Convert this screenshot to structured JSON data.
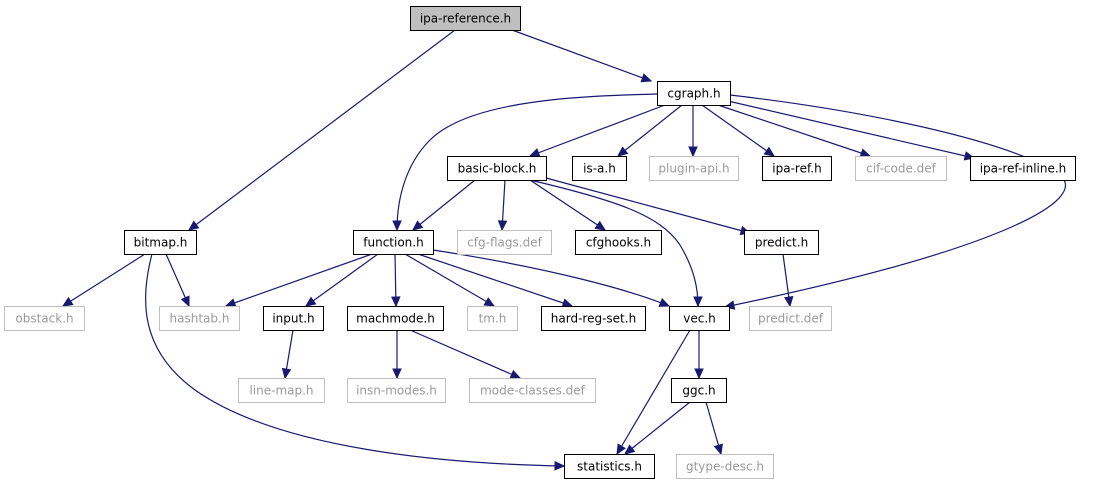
{
  "colors": {
    "edge": "#191970",
    "root_fill": "#bfbfbf",
    "node_border": "#000000",
    "external_border": "#bfbfbf",
    "text": "#000000",
    "external_text": "#9a9a9a"
  },
  "nodes": {
    "ipa-reference": {
      "label": "ipa-reference.h",
      "kind": "root"
    },
    "cgraph": {
      "label": "cgraph.h",
      "kind": "local"
    },
    "bitmap": {
      "label": "bitmap.h",
      "kind": "local"
    },
    "basic-block": {
      "label": "basic-block.h",
      "kind": "local"
    },
    "is-a": {
      "label": "is-a.h",
      "kind": "local"
    },
    "plugin-api": {
      "label": "plugin-api.h",
      "kind": "external"
    },
    "ipa-ref": {
      "label": "ipa-ref.h",
      "kind": "local"
    },
    "cif-code": {
      "label": "cif-code.def",
      "kind": "external"
    },
    "ipa-ref-inline": {
      "label": "ipa-ref-inline.h",
      "kind": "local"
    },
    "function": {
      "label": "function.h",
      "kind": "local"
    },
    "cfg-flags": {
      "label": "cfg-flags.def",
      "kind": "external"
    },
    "cfghooks": {
      "label": "cfghooks.h",
      "kind": "local"
    },
    "predict": {
      "label": "predict.h",
      "kind": "local"
    },
    "obstack": {
      "label": "obstack.h",
      "kind": "external"
    },
    "hashtab": {
      "label": "hashtab.h",
      "kind": "external"
    },
    "input": {
      "label": "input.h",
      "kind": "local"
    },
    "machmode": {
      "label": "machmode.h",
      "kind": "local"
    },
    "tm": {
      "label": "tm.h",
      "kind": "external"
    },
    "hard-reg-set": {
      "label": "hard-reg-set.h",
      "kind": "local"
    },
    "vec": {
      "label": "vec.h",
      "kind": "local"
    },
    "predict-def": {
      "label": "predict.def",
      "kind": "external"
    },
    "line-map": {
      "label": "line-map.h",
      "kind": "external"
    },
    "insn-modes": {
      "label": "insn-modes.h",
      "kind": "external"
    },
    "mode-classes": {
      "label": "mode-classes.def",
      "kind": "external"
    },
    "ggc": {
      "label": "ggc.h",
      "kind": "local"
    },
    "statistics": {
      "label": "statistics.h",
      "kind": "local"
    },
    "gtype-desc": {
      "label": "gtype-desc.h",
      "kind": "external"
    }
  },
  "edges": [
    [
      "ipa-reference",
      "cgraph"
    ],
    [
      "ipa-reference",
      "bitmap"
    ],
    [
      "cgraph",
      "basic-block"
    ],
    [
      "cgraph",
      "is-a"
    ],
    [
      "cgraph",
      "plugin-api"
    ],
    [
      "cgraph",
      "ipa-ref"
    ],
    [
      "cgraph",
      "cif-code"
    ],
    [
      "cgraph",
      "ipa-ref-inline"
    ],
    [
      "cgraph",
      "function"
    ],
    [
      "cgraph",
      "vec"
    ],
    [
      "basic-block",
      "function"
    ],
    [
      "basic-block",
      "cfg-flags"
    ],
    [
      "basic-block",
      "cfghooks"
    ],
    [
      "basic-block",
      "predict"
    ],
    [
      "basic-block",
      "vec"
    ],
    [
      "bitmap",
      "obstack"
    ],
    [
      "bitmap",
      "hashtab"
    ],
    [
      "bitmap",
      "statistics"
    ],
    [
      "function",
      "hashtab"
    ],
    [
      "function",
      "input"
    ],
    [
      "function",
      "machmode"
    ],
    [
      "function",
      "tm"
    ],
    [
      "function",
      "hard-reg-set"
    ],
    [
      "function",
      "vec"
    ],
    [
      "predict",
      "predict-def"
    ],
    [
      "input",
      "line-map"
    ],
    [
      "machmode",
      "insn-modes"
    ],
    [
      "machmode",
      "mode-classes"
    ],
    [
      "vec",
      "ggc"
    ],
    [
      "vec",
      "statistics"
    ],
    [
      "ggc",
      "statistics"
    ],
    [
      "ggc",
      "gtype-desc"
    ]
  ]
}
